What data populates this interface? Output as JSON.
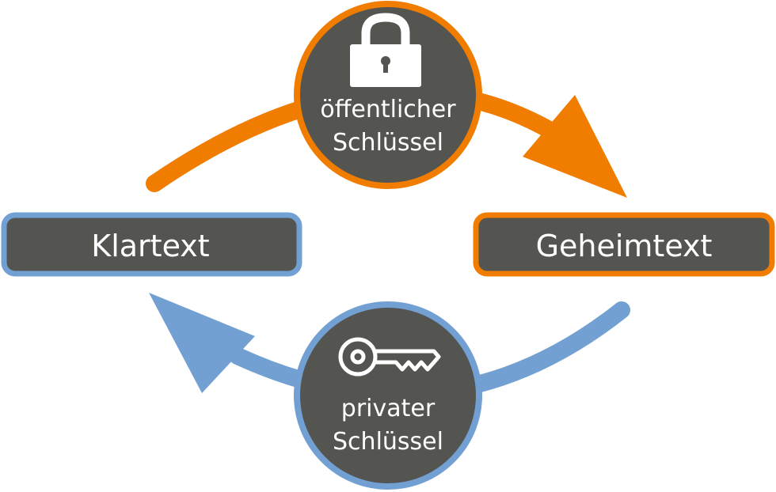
{
  "colors": {
    "orange": "#f07c00",
    "blue": "#72a0d2",
    "dark_fill": "#545451",
    "text": "#ffffff"
  },
  "plaintext_box": {
    "label": "Klartext"
  },
  "ciphertext_box": {
    "label": "Geheimtext"
  },
  "public_key": {
    "icon": "padlock-icon",
    "line1": "öffentlicher",
    "line2": "Schlüssel"
  },
  "private_key": {
    "icon": "key-icon",
    "line1": "privater",
    "line2": "Schlüssel"
  }
}
